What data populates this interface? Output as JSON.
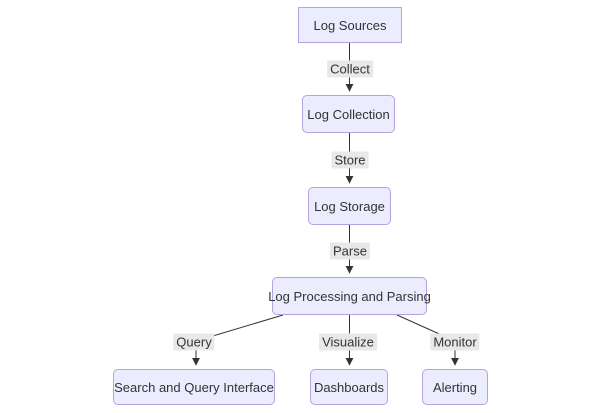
{
  "diagram": {
    "type": "flowchart",
    "direction": "top-down",
    "colors": {
      "background": "#ffffff",
      "node_fill": "#ECECFF",
      "node_border": "#b5a3e0",
      "edge_line": "#333333",
      "edge_label_bg": "#e8e8e8",
      "text": "#333333"
    },
    "nodes": [
      {
        "id": "log-sources",
        "label": "Log Sources",
        "shape": "rect"
      },
      {
        "id": "log-collection",
        "label": "Log Collection",
        "shape": "rounded"
      },
      {
        "id": "log-storage",
        "label": "Log Storage",
        "shape": "rounded"
      },
      {
        "id": "log-processing",
        "label": "Log Processing and Parsing",
        "shape": "rounded"
      },
      {
        "id": "search-query-interface",
        "label": "Search and Query Interface",
        "shape": "rounded"
      },
      {
        "id": "dashboards",
        "label": "Dashboards",
        "shape": "rounded"
      },
      {
        "id": "alerting",
        "label": "Alerting",
        "shape": "rounded"
      }
    ],
    "edges": [
      {
        "from": "log-sources",
        "to": "log-collection",
        "label": "Collect"
      },
      {
        "from": "log-collection",
        "to": "log-storage",
        "label": "Store"
      },
      {
        "from": "log-storage",
        "to": "log-processing",
        "label": "Parse"
      },
      {
        "from": "log-processing",
        "to": "search-query-interface",
        "label": "Query"
      },
      {
        "from": "log-processing",
        "to": "dashboards",
        "label": "Visualize"
      },
      {
        "from": "log-processing",
        "to": "alerting",
        "label": "Monitor"
      }
    ]
  }
}
